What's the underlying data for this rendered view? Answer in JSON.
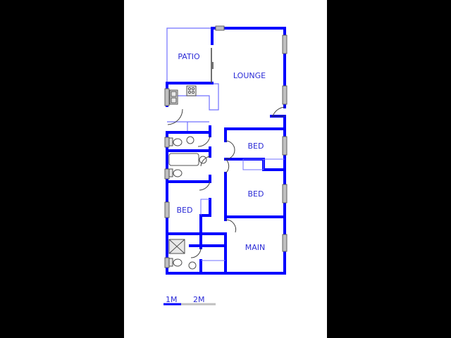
{
  "plan": {
    "rooms": [
      {
        "id": "patio",
        "label": "PATIO"
      },
      {
        "id": "lounge",
        "label": "LOUNGE"
      },
      {
        "id": "bed1",
        "label": "BED"
      },
      {
        "id": "bed2",
        "label": "BED"
      },
      {
        "id": "bed3",
        "label": "BED"
      },
      {
        "id": "main",
        "label": "MAIN"
      }
    ],
    "scale": {
      "mark1": "1M",
      "mark2": "2M"
    },
    "colors": {
      "wall": "#0000ff",
      "outline": "#7070ff",
      "fixture": "#808080",
      "label": "#2b2bd6"
    }
  }
}
